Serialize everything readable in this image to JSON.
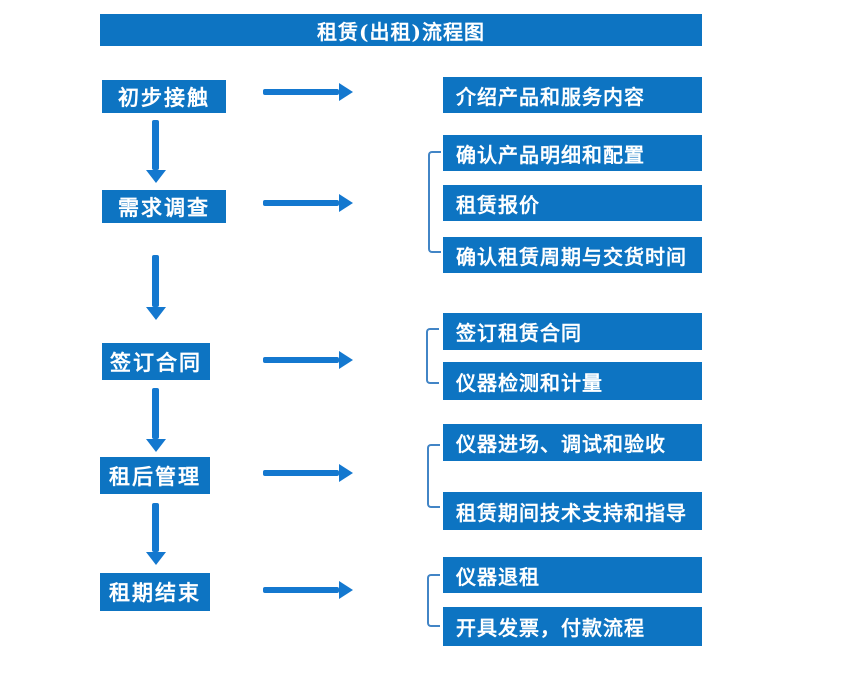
{
  "title": "租赁(出租)流程图",
  "colors": {
    "box_fill": "#0d74c2",
    "arrow": "#1478cf",
    "bracket_line": "#4285c6",
    "box_text": "#ffffff"
  },
  "steps": [
    {
      "label": "初步接触",
      "details": [
        "介绍产品和服务内容"
      ]
    },
    {
      "label": "需求调查",
      "details": [
        "确认产品明细和配置",
        "租赁报价",
        "确认租赁周期与交货时间"
      ]
    },
    {
      "label": "签订合同",
      "details": [
        "签订租赁合同",
        "仪器检测和计量"
      ]
    },
    {
      "label": "租后管理",
      "details": [
        "仪器进场、调试和验收",
        "租赁期间技术支持和指导"
      ]
    },
    {
      "label": "租期结束",
      "details": [
        "仪器退租",
        "开具发票，付款流程"
      ]
    }
  ]
}
